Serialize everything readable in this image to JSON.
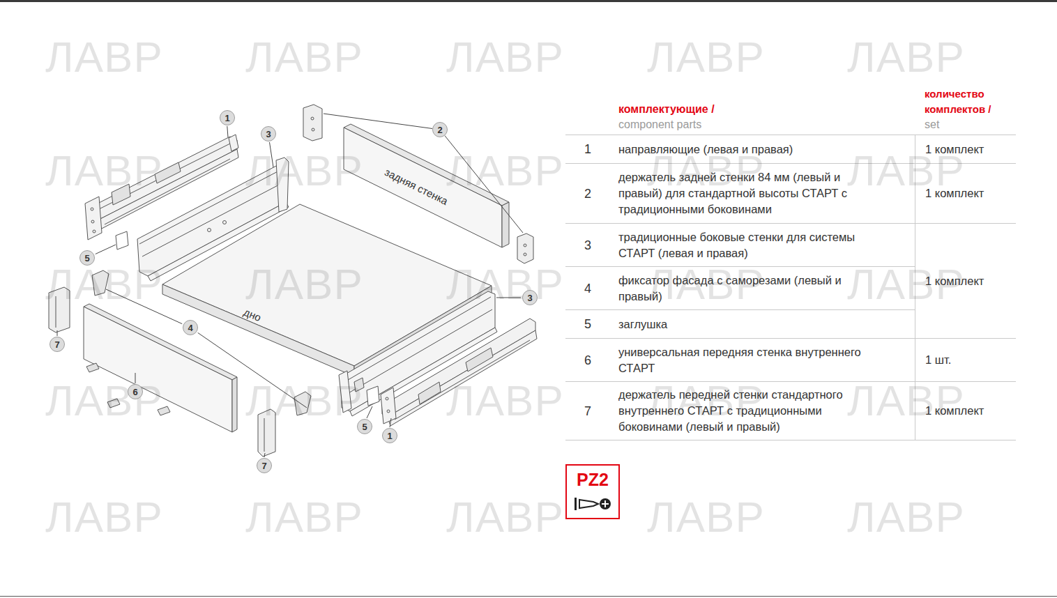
{
  "diagram": {
    "nodes": [
      {
        "text": [
          "1"
        ]
      },
      {
        "text": [
          "2"
        ]
      },
      {
        "text": [
          "3"
        ]
      },
      {
        "text": [
          "5"
        ]
      },
      {
        "text": [
          "3"
        ]
      },
      {
        "text": [
          "4"
        ]
      },
      {
        "text": [
          "7"
        ]
      },
      {
        "text": [
          "6"
        ]
      },
      {
        "text": [
          "5"
        ]
      },
      {
        "text": [
          "1"
        ]
      },
      {
        "text": [
          "7"
        ]
      },
      {
        "text": [
          "PZ2"
        ]
      }
    ],
    "labels": [
      "задняя стенка",
      "дно",
      "комплектующие /",
      "component parts",
      "количество комплектов /",
      "set",
      "1",
      "направляющие (левая и правая)",
      "1 комплект",
      "2",
      "держатель задней стенки 84 мм (левый и правый) для стандартной высоты СТАРТ с традиционными боковинами",
      "1 комплект",
      "3",
      "традиционные боковые стенки для системы СТАРТ (левая и правая)",
      "1 комплект",
      "4",
      "фиксатор фасада с саморезами (левый и правый)",
      "5",
      "заглушка",
      "6",
      "универсальная передняя стенка внутреннего СТАРТ",
      "1 шт.",
      "7",
      "держатель передней стенки стандартного внутреннего СТАРТ с традиционными боковинами (левый и правый)",
      "1 комплект",
      "ЛАВР",
      "ЛАВР",
      "ЛАВР",
      "ЛАВР",
      "ЛАВР",
      "ЛАВР",
      "ЛАВР",
      "ЛАВР",
      "ЛАВР",
      "ЛАВР",
      "ЛАВР",
      "ЛАВР",
      "ЛАВР",
      "ЛАВР",
      "ЛАВР",
      "ЛАВР",
      "ЛАВР",
      "ЛАВР",
      "ЛАВР",
      "ЛАВР",
      "ЛАВР",
      "ЛАВР",
      "ЛАВР",
      "ЛАВР",
      "ЛАВР"
    ]
  }
}
